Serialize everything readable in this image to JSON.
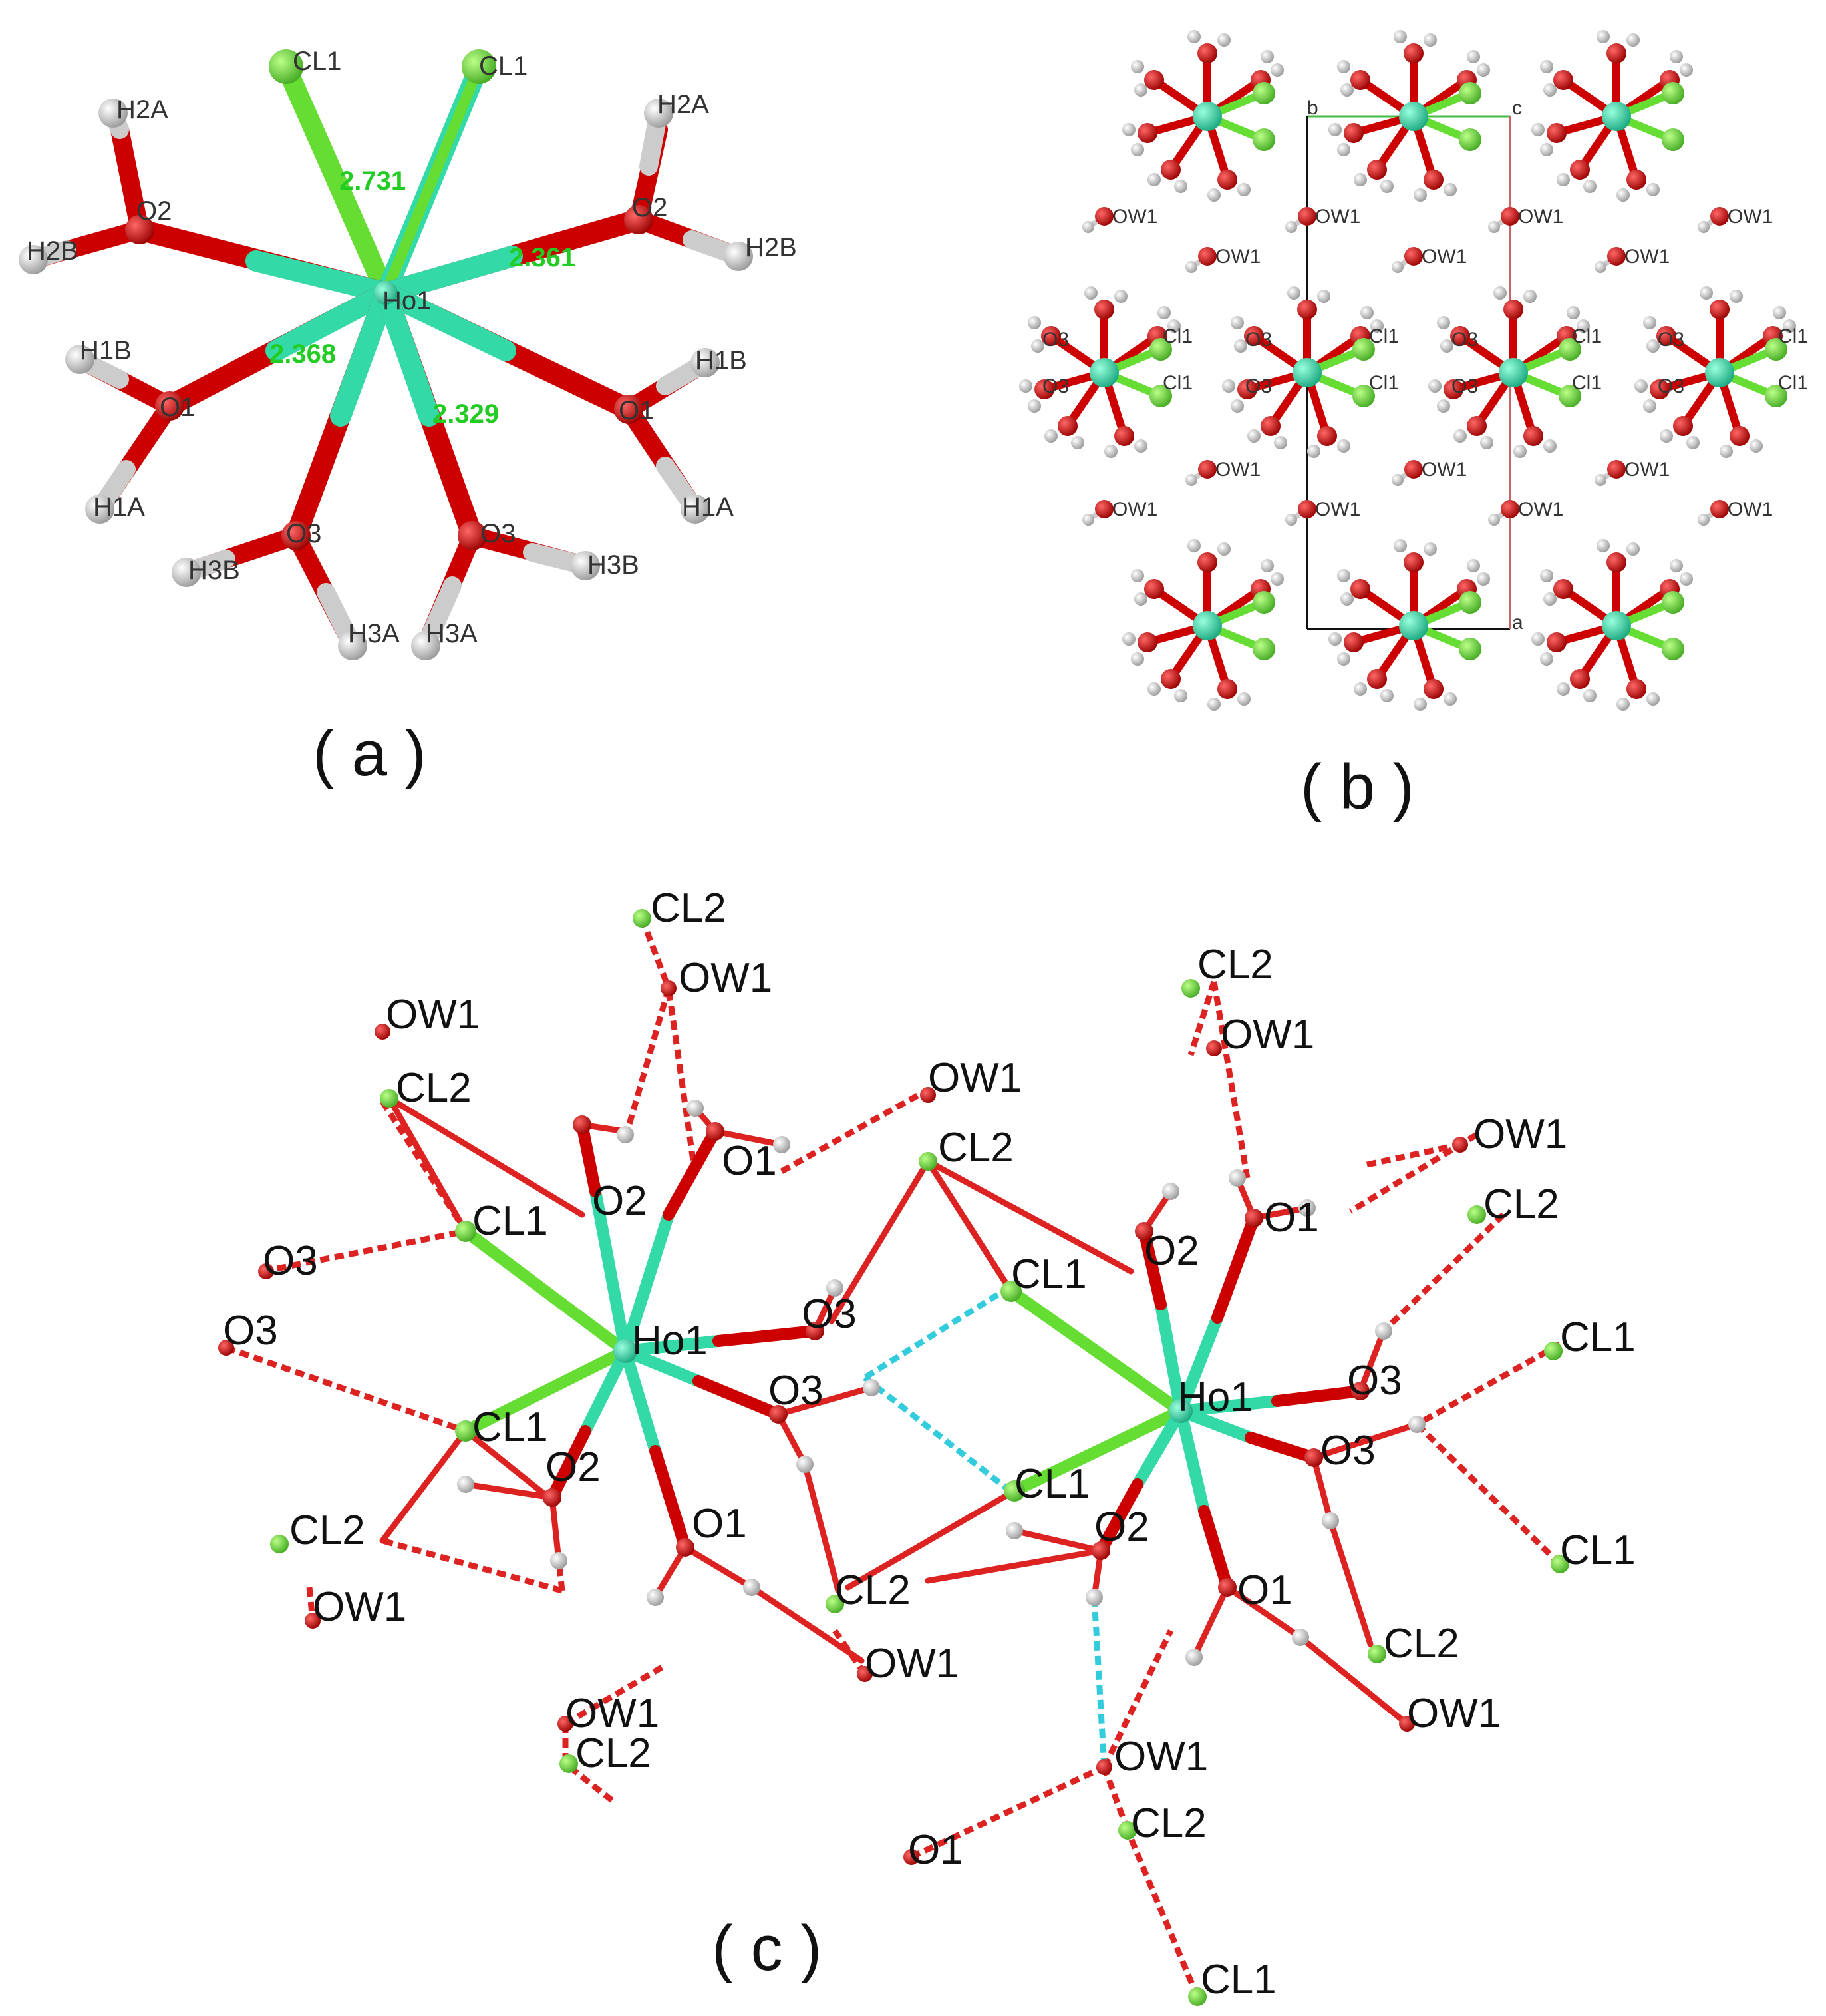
{
  "panels": {
    "a": {
      "caption": "( a )",
      "labels": {
        "ho1": "Ho1",
        "cl1_l": "CL1",
        "cl1_r": "CL1",
        "h2a_l": "H2A",
        "h2a_r": "H2A",
        "o2_l": "O2",
        "o2_r": "O2",
        "h2b_l": "H2B",
        "h2b_r": "H2B",
        "h1b_l": "H1B",
        "h1b_r": "H1B",
        "o1_l": "O1",
        "o1_r": "O1",
        "h1a_l": "H1A",
        "h1a_r": "H1A",
        "o3_l": "O3",
        "o3_r": "O3",
        "h3b_l": "H3B",
        "h3b_r": "H3B",
        "h3a_l": "H3A",
        "h3a_r": "H3A"
      },
      "distances": {
        "ho_cl": "2.731",
        "ho_o2": "2.361",
        "ho_o1": "2.368",
        "ho_o3": "2.329"
      }
    },
    "b": {
      "caption": "( b )",
      "axes": {
        "b": "b",
        "c": "c",
        "a": "a"
      },
      "labels": {
        "ow1": "OW1",
        "o3": "O3",
        "cl1": "Cl1"
      }
    },
    "c": {
      "caption": "( c )",
      "labels": {
        "ho1": "Ho1",
        "cl1": "CL1",
        "cl2": "CL2",
        "o1": "O1",
        "o2": "O2",
        "o3": "O3",
        "ow1": "OW1"
      }
    }
  },
  "colors": {
    "holmium": "#33d9a6",
    "chlorine": "#66dd33",
    "oxygen": "#cc0000",
    "hydrogen": "#cccccc",
    "hbond": "#dd2222",
    "hbond_cyan": "#33ccdd",
    "distance_text": "#22cc22",
    "cell_b": "#44bb44",
    "cell_c": "#cc6666"
  }
}
